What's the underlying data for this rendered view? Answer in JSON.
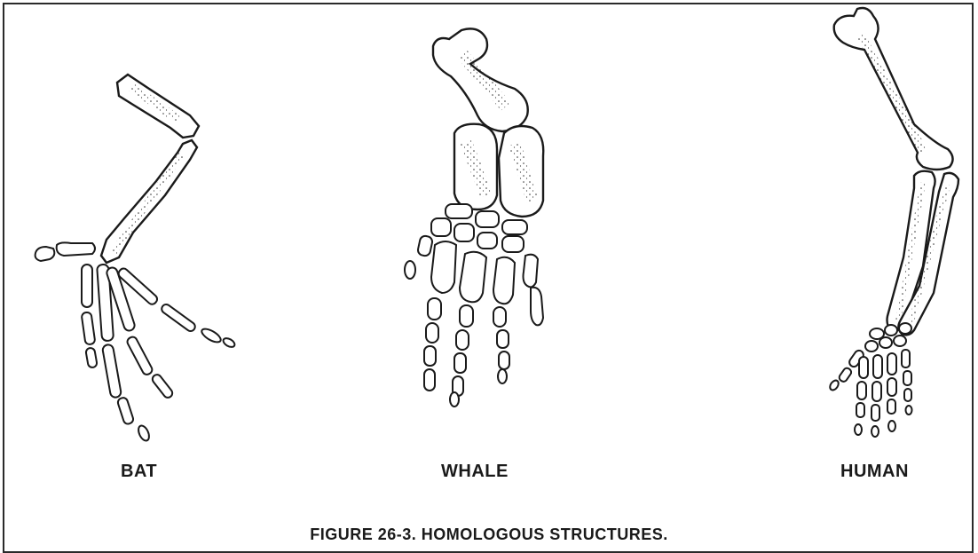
{
  "figure": {
    "caption": "FIGURE 26-3.  HOMOLOGOUS STRUCTURES.",
    "labels": {
      "bat": "BAT",
      "whale": "WHALE",
      "human": "HUMAN"
    }
  }
}
